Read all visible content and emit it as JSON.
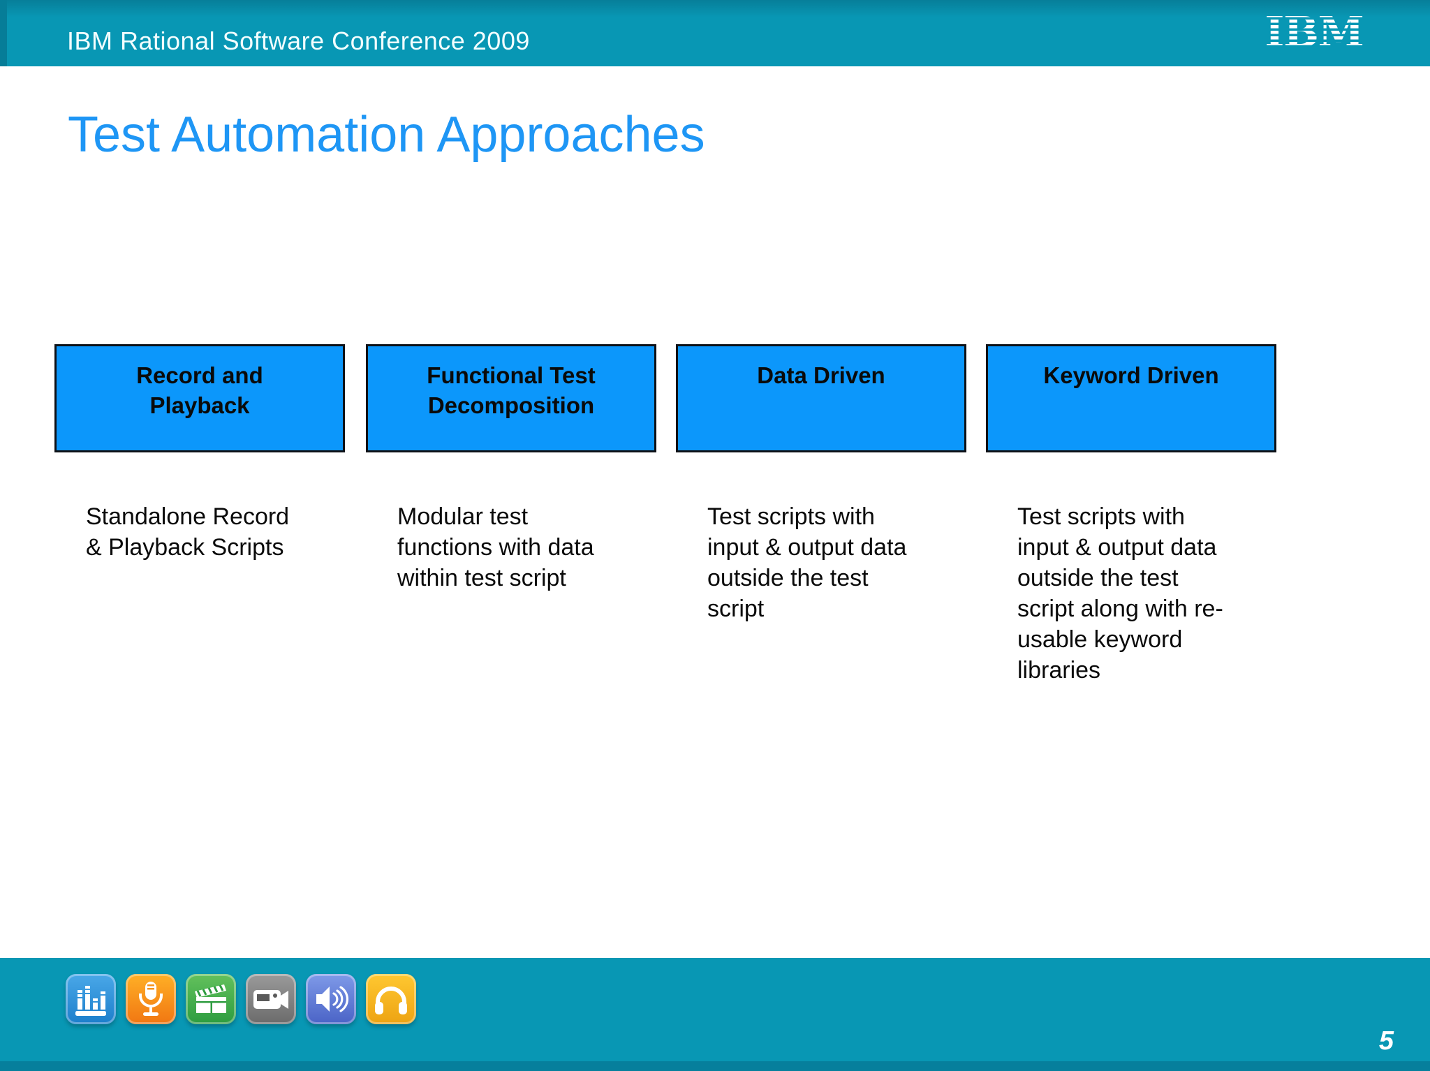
{
  "header": {
    "conference_title": "IBM Rational Software Conference 2009",
    "logo_text": "IBM"
  },
  "slide": {
    "title": "Test Automation Approaches",
    "approaches": [
      {
        "label": [
          "Record and",
          "Playback"
        ],
        "description": [
          "Standalone Record",
          "& Playback Scripts"
        ]
      },
      {
        "label": [
          "Functional Test",
          "Decomposition"
        ],
        "description": [
          "Modular test",
          "functions with data",
          "within test script"
        ]
      },
      {
        "label": [
          "Data Driven"
        ],
        "description": [
          "Test scripts with",
          "input & output data",
          "outside the test",
          "script"
        ]
      },
      {
        "label": [
          "Keyword Driven"
        ],
        "description": [
          "Test scripts with",
          "input & output data",
          "outside the test",
          "script along with re-",
          "usable keyword",
          "libraries"
        ]
      }
    ]
  },
  "footer": {
    "page_number": "5",
    "icons": [
      {
        "name": "equalizer-icon",
        "color": "#2F8ED3"
      },
      {
        "name": "microphone-icon",
        "color": "#F68B1C"
      },
      {
        "name": "clapperboard-icon",
        "color": "#42AA4D"
      },
      {
        "name": "video-camera-icon",
        "color": "#828282"
      },
      {
        "name": "speaker-icon",
        "color": "#6079D6"
      },
      {
        "name": "headphones-icon",
        "color": "#F6B41D"
      }
    ]
  },
  "palette": {
    "banner_teal": "#0897B4",
    "banner_teal_dark": "#067D98",
    "box_fill": "#0C97FB",
    "box_border": "#0D1117",
    "title_blue": "#1E96F5",
    "text_black": "#0A0A0A"
  }
}
